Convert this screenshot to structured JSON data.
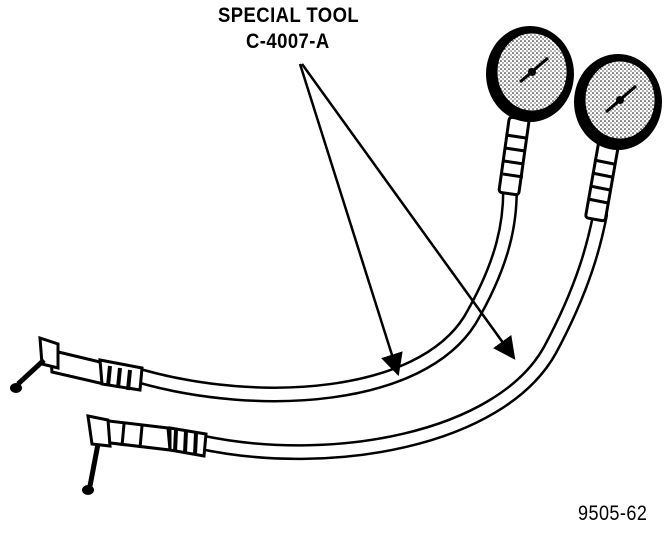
{
  "callout": {
    "line1": "SPECIAL TOOL",
    "line2": "C-4007-A"
  },
  "figure_number": "9505-62",
  "colors": {
    "ink": "#000000",
    "paper": "#ffffff",
    "gauge_face": "#e6e6e6"
  },
  "icons": [
    "pressure-gauge-icon",
    "hose-icon",
    "fitting-icon",
    "arrow-icon"
  ]
}
